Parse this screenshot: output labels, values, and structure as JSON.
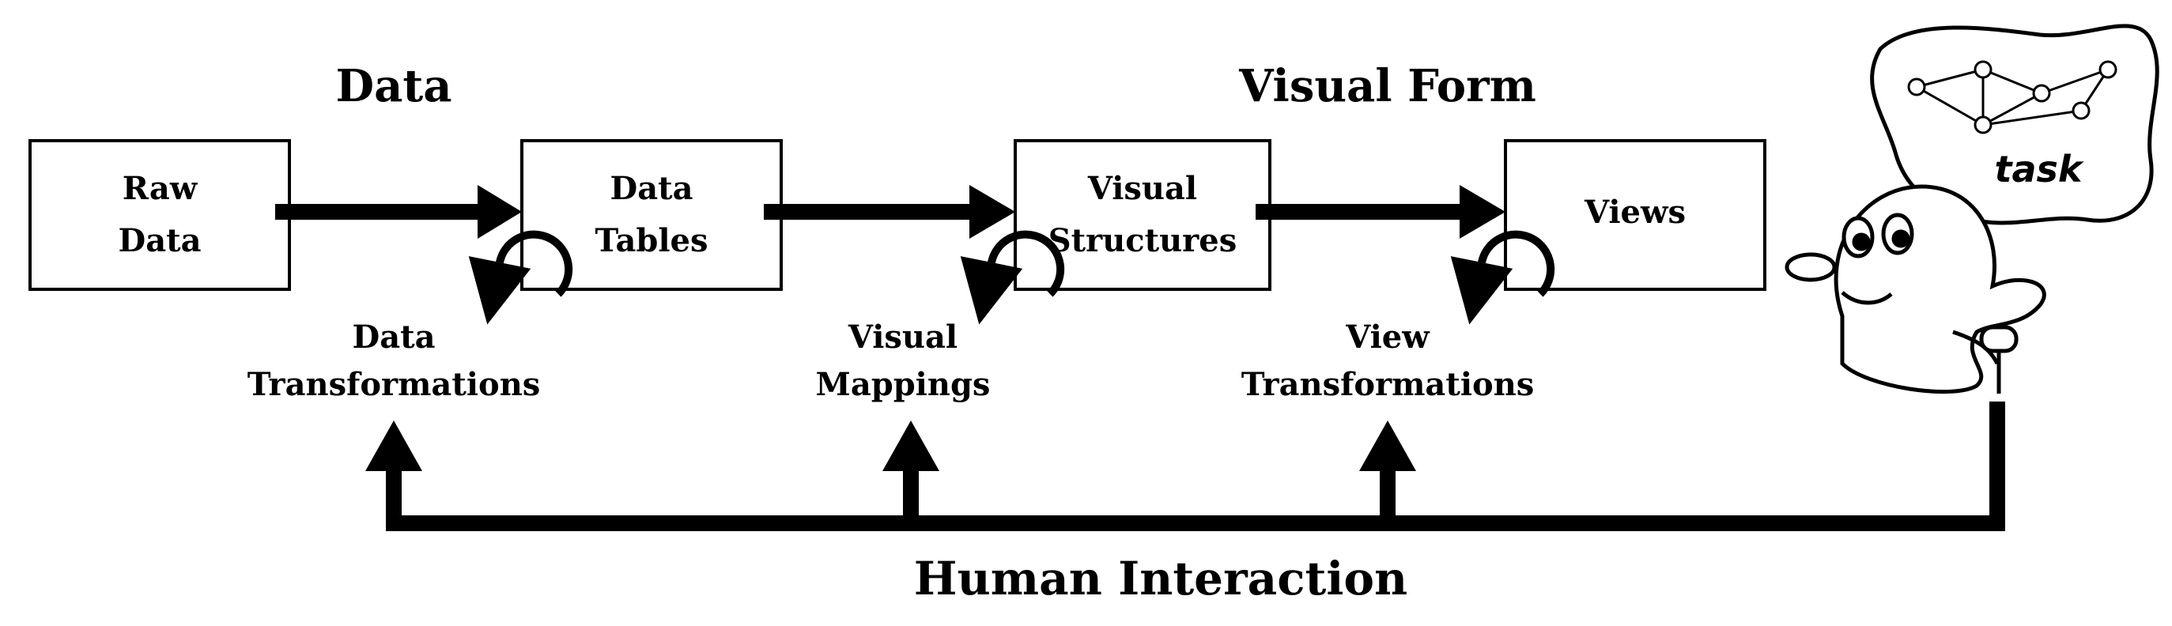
{
  "headings": {
    "data": "Data",
    "visual_form": "Visual Form"
  },
  "boxes": [
    {
      "line1": "Raw",
      "line2": "Data"
    },
    {
      "line1": "Data",
      "line2": "Tables"
    },
    {
      "line1": "Visual",
      "line2": "Structures"
    },
    {
      "line1": "Views",
      "line2": ""
    }
  ],
  "transformations": [
    {
      "line1": "Data",
      "line2": "Transformations"
    },
    {
      "line1": "Visual",
      "line2": "Mappings"
    },
    {
      "line1": "View",
      "line2": "Transformations"
    }
  ],
  "feedback_label": "Human Interaction",
  "task_label": "task"
}
